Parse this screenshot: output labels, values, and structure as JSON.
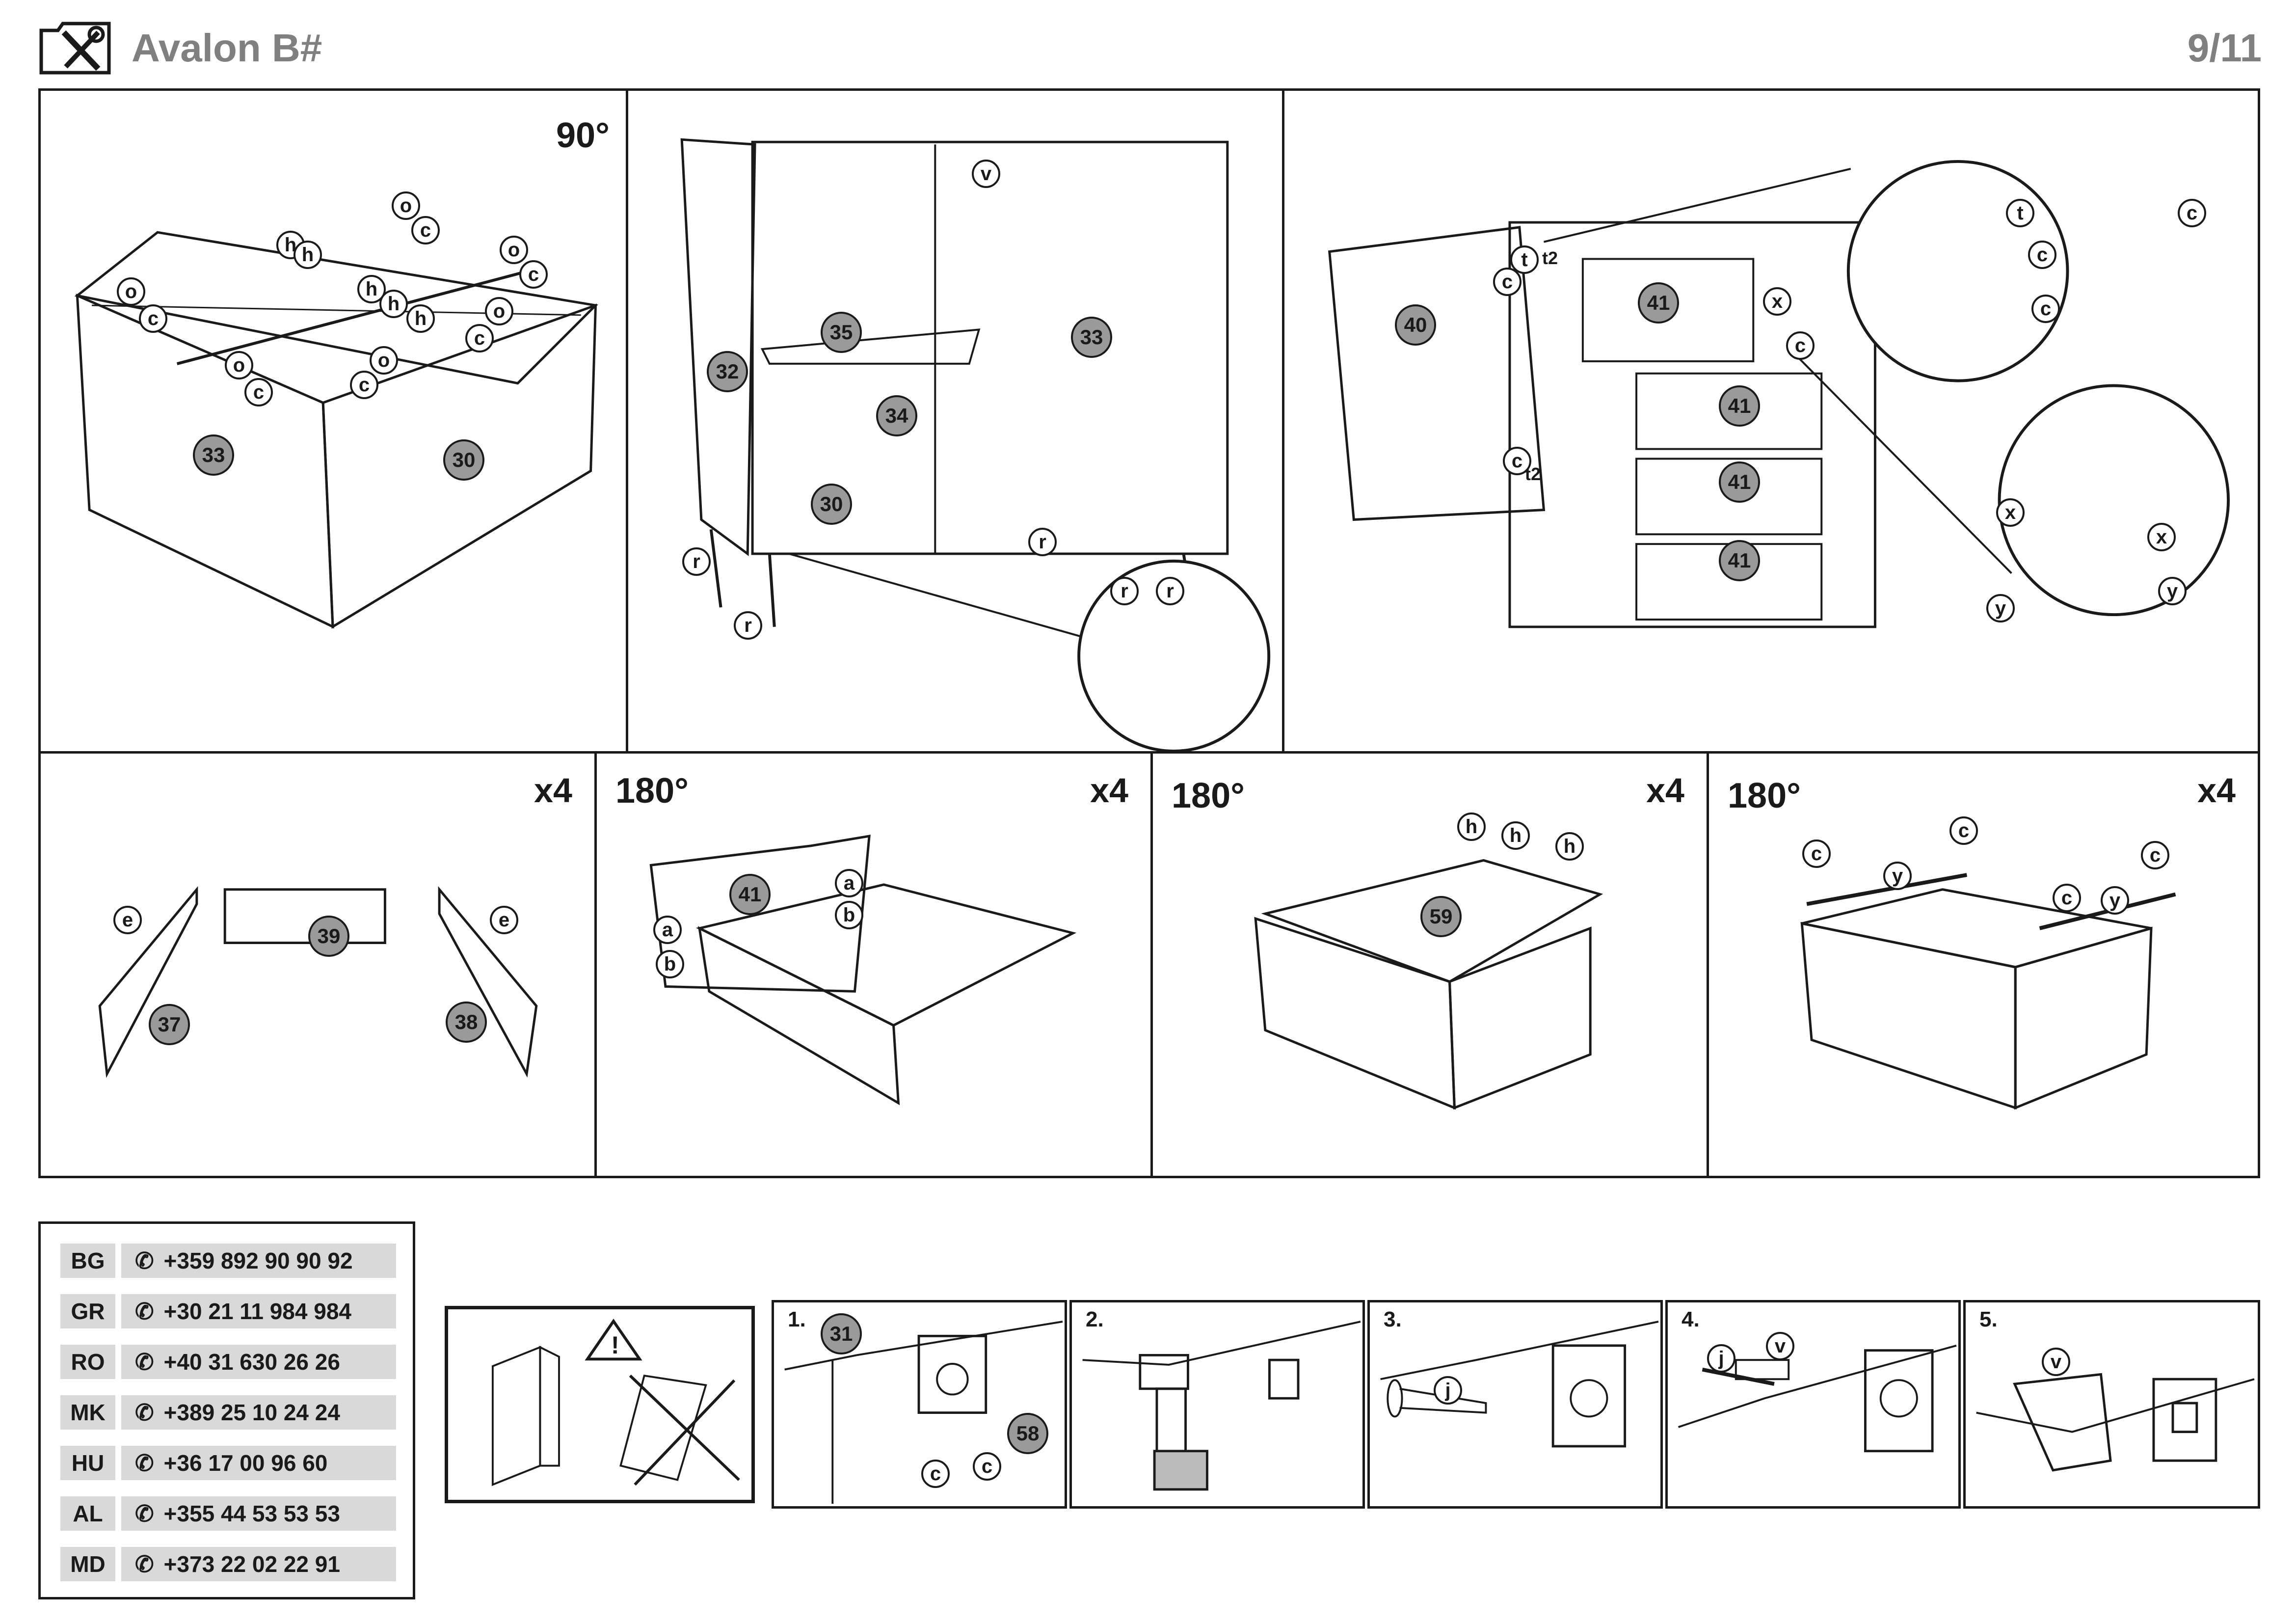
{
  "header": {
    "tools_icon": "tools-icon",
    "title": "Avalon B#",
    "page": "9/11"
  },
  "top_panels": {
    "p1": {
      "rotation": "90°",
      "parts": [
        "33",
        "30"
      ],
      "hardware": [
        "o",
        "c",
        "h",
        "h",
        "h",
        "h",
        "h",
        "o",
        "c",
        "o",
        "c",
        "o",
        "c",
        "o",
        "c",
        "o",
        "c"
      ]
    },
    "p2": {
      "parts": [
        "32",
        "35",
        "34",
        "33",
        "30"
      ],
      "hardware": [
        "v",
        "r",
        "r",
        "r",
        "r",
        "r"
      ]
    },
    "p3": {
      "parts": [
        "40",
        "41",
        "41",
        "41",
        "41"
      ],
      "hardware": [
        "t",
        "c",
        "c",
        "x",
        "c",
        "t",
        "c",
        "c",
        "c",
        "x",
        "y",
        "x",
        "y"
      ],
      "sub_t1": "t2",
      "sub_t2": "t2"
    }
  },
  "middle_panels": {
    "p4": {
      "multiplier": "x4",
      "parts": [
        "39",
        "37",
        "38"
      ],
      "hardware": [
        "e",
        "e"
      ]
    },
    "p5": {
      "multiplier": "x4",
      "rotation": "180°",
      "parts": [
        "41"
      ],
      "hardware": [
        "a",
        "b",
        "a",
        "b"
      ]
    },
    "p6": {
      "multiplier": "x4",
      "rotation": "180°",
      "parts": [
        "59"
      ],
      "hardware": [
        "h",
        "h",
        "h"
      ]
    },
    "p7": {
      "multiplier": "x4",
      "rotation": "180°",
      "hardware": [
        "c",
        "c",
        "c",
        "y",
        "c",
        "y"
      ]
    }
  },
  "contacts": [
    {
      "code": "BG",
      "phone": "+359 892 90 90 92"
    },
    {
      "code": "GR",
      "phone": "+30 21 11 984 984"
    },
    {
      "code": "RO",
      "phone": "+40 31 630 26 26"
    },
    {
      "code": "MK",
      "phone": "+389 25 10 24 24"
    },
    {
      "code": "HU",
      "phone": "+36 17 00 96 60"
    },
    {
      "code": "AL",
      "phone": "+355 44 53 53 53"
    },
    {
      "code": "MD",
      "phone": "+373 22 02 22 91"
    }
  ],
  "phone_icon": "phone-icon",
  "warning": {
    "icon": "warning-icon",
    "symbol": "!"
  },
  "steps": [
    {
      "num": "1.",
      "parts": [
        "31",
        "58"
      ],
      "hardware": [
        "c",
        "c"
      ]
    },
    {
      "num": "2."
    },
    {
      "num": "3.",
      "hardware": [
        "j"
      ]
    },
    {
      "num": "4.",
      "hardware": [
        "j",
        "v"
      ]
    },
    {
      "num": "5.",
      "hardware": [
        "v"
      ]
    }
  ]
}
